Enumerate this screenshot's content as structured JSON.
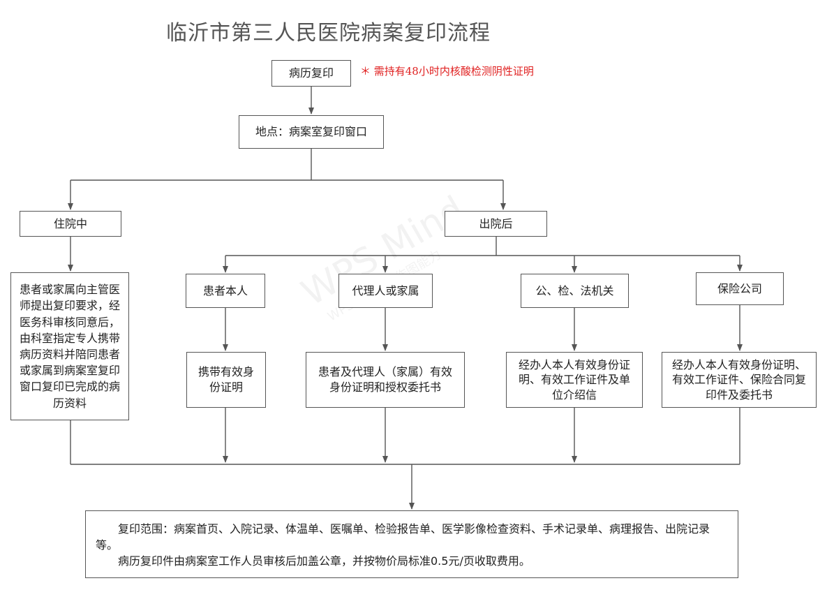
{
  "title": "临沂市第三人民医院病案复印流程",
  "note": "＊ 需持有48小时内核酸检测阴性证明",
  "nodes": {
    "start": "病历复印",
    "location": "地点：病案室复印窗口",
    "inpatient": "住院中",
    "discharged": "出院后",
    "inpatient_detail": "患者或家属向主管医师提出复印要求，经医务科审核同意后，由科室指定专人携带病历资料并陪同患者或家属到病案室复印窗口复印已完成的病历资料",
    "self": "患者本人",
    "agent": "代理人或家属",
    "authority": "公、检、法机关",
    "insurance": "保险公司",
    "self_req": "携带有效身份证明",
    "agent_req": "患者及代理人（家属）有效身份证明和授权委托书",
    "authority_req": "经办人本人有效身份证明、有效工作证件及单位介绍信",
    "insurance_req": "经办人本人有效身份证明、有效工作证件、保险合同复印件及委托书"
  },
  "scope": {
    "line1": "复印范围：病案首页、入院记录、体温单、医嘱单、检验报告单、医学影像检查资料、手术记录单、病理报告、出院记录等。",
    "line2": "病历复印件由病案室工作人员审核后加盖公章，并按物价局标准0.5元/页收取费用。"
  },
  "watermark": {
    "main": "WPS Mind",
    "sub": "WPS技术支持作图能力"
  },
  "colors": {
    "line": "#555555",
    "note": "#e02020",
    "title": "#555555"
  }
}
